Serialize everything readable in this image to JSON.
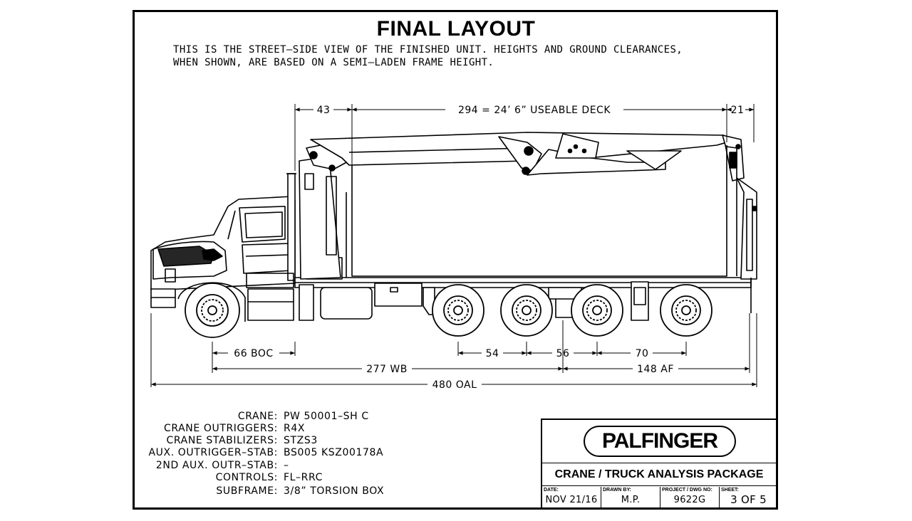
{
  "drawing": {
    "title": "FINAL LAYOUT",
    "note_line1": "THIS IS THE STREET–SIDE VIEW OF THE FINISHED UNIT. HEIGHTS AND GROUND CLEARANCES,",
    "note_line2": "WHEN SHOWN, ARE BASED ON A SEMI–LADEN FRAME HEIGHT."
  },
  "dimensions": {
    "front_overhang": "43",
    "useable_deck": "294 = 24’ 6” USEABLE DECK",
    "rear_overhang": "21",
    "boc": "66 BOC",
    "axle_spacing_1": "54",
    "axle_spacing_2": "56",
    "axle_spacing_3": "70",
    "wheelbase": "277 WB",
    "after_frame": "148 AF",
    "overall_length": "480 OAL"
  },
  "specs": [
    {
      "label": "CRANE:",
      "value": "PW 50001–SH C"
    },
    {
      "label": "CRANE OUTRIGGERS:",
      "value": "R4X"
    },
    {
      "label": "CRANE STABILIZERS:",
      "value": "STZS3"
    },
    {
      "label": "AUX. OUTRIGGER–STAB:",
      "value": "BS005 KSZ00178A"
    },
    {
      "label": "2ND AUX. OUTR–STAB:",
      "value": "–"
    },
    {
      "label": "CONTROLS:",
      "value": "FL–RRC"
    },
    {
      "label": "SUBFRAME:",
      "value": "3/8” TORSION BOX"
    }
  ],
  "title_block": {
    "logo": "PALFINGER",
    "package": "CRANE / TRUCK ANALYSIS PACKAGE",
    "date_label": "DATE:",
    "date": "NOV 21/16",
    "drawn_by_label": "DRAWN BY:",
    "drawn_by": "M.P.",
    "project_label": "PROJECT / DWG NO:",
    "project": "9622G",
    "sheet_label": "SHEET:",
    "sheet": "3 OF 5"
  }
}
